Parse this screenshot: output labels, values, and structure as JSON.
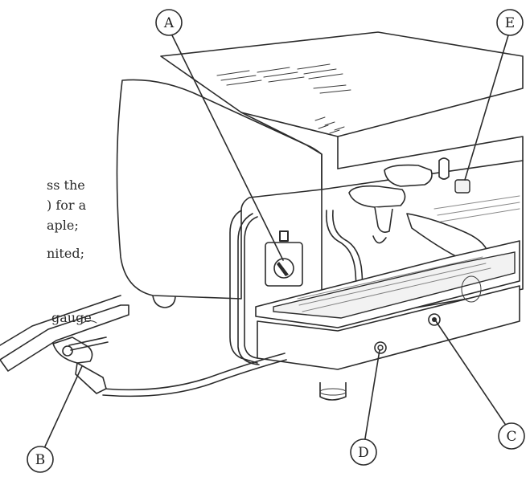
{
  "text_fragments": [
    "ss the",
    ") for a",
    "aple;",
    "nited;",
    "gauge"
  ],
  "callouts": [
    {
      "id": "A",
      "letter": "A"
    },
    {
      "id": "B",
      "letter": "B"
    },
    {
      "id": "C",
      "letter": "C"
    },
    {
      "id": "D",
      "letter": "D"
    },
    {
      "id": "E",
      "letter": "E"
    }
  ],
  "colors": {
    "line": "#2b2b2b",
    "background": "#ffffff"
  }
}
